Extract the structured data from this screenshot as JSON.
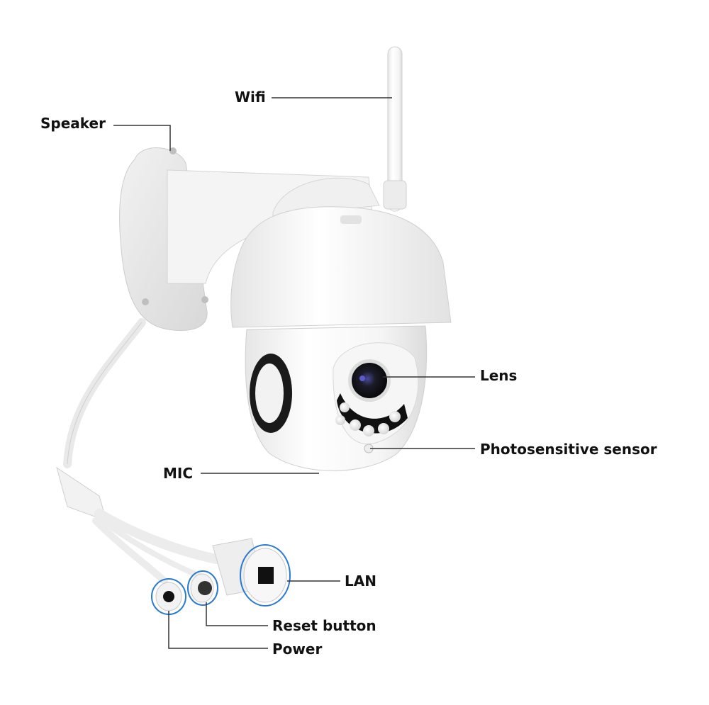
{
  "labels": {
    "wifi": "Wifi",
    "speaker": "Speaker",
    "lens": "Lens",
    "photosensitive_sensor": "Photosensitive sensor",
    "mic": "MIC",
    "lan": "LAN",
    "reset_button": "Reset button",
    "power": "Power"
  },
  "colors": {
    "background": "#ffffff",
    "camera_body": "#f7f7f7",
    "camera_shadow": "#d9d9d9",
    "lens_dark": "#1a1a1a",
    "lens_accent": "#3b3b8f",
    "leader_line": "#333333",
    "label_text": "#111111"
  }
}
